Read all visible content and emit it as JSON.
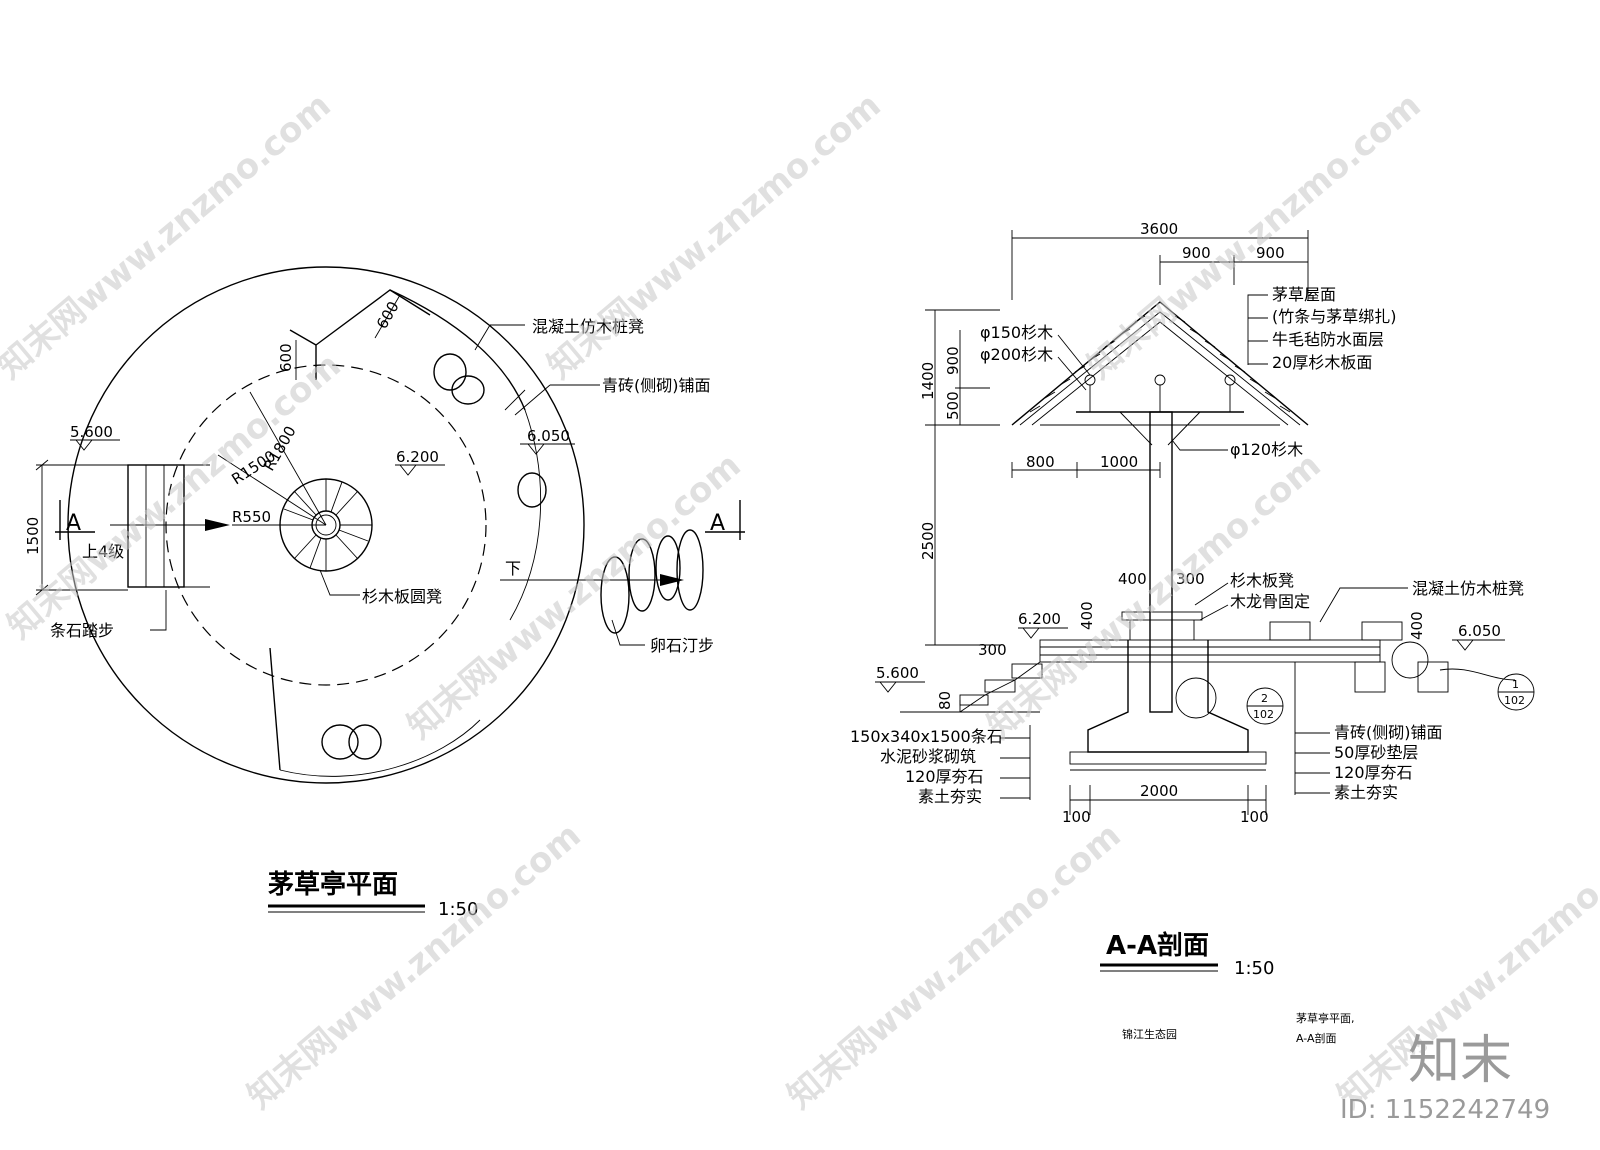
{
  "plan": {
    "title": "茅草亭平面",
    "scale": "1:50",
    "labels": {
      "concrete_stool": "混凝土仿木桩凳",
      "brick_paving": "青砖(侧砌)铺面",
      "fir_round_stool": "杉木板圆凳",
      "stone_steps": "条石踏步",
      "pebble_steps": "卵石汀步",
      "up_steps": "上4级",
      "down": "下",
      "section_a_left": "A",
      "section_a_right": "A"
    },
    "levels": {
      "left": "5.600",
      "center": "6.200",
      "right": "6.050"
    },
    "dims": {
      "d600a": "600",
      "d600b": "600",
      "d1500": "1500",
      "r1800": "R1800",
      "r1500": "R1500",
      "r550": "R550"
    }
  },
  "section": {
    "title": "A-A剖面",
    "scale": "1:50",
    "dims_top": {
      "total": "3600",
      "a": "900",
      "b": "900"
    },
    "dims_left": {
      "h1400": "1400",
      "h900": "900",
      "h500": "500",
      "h2500": "2500",
      "h400": "400",
      "h300": "300",
      "h80": "80"
    },
    "dims_mid": {
      "w800": "800",
      "w1000": "1000",
      "w400": "400",
      "w300": "300"
    },
    "dims_bottom": {
      "w2000": "2000",
      "w100a": "100",
      "w100b": "100",
      "r400": "400"
    },
    "labels": {
      "roof": "茅草屋面",
      "roof_note": "(竹条与茅草绑扎)",
      "felt": "牛毛毡防水面层",
      "board": "20厚杉木板面",
      "fir150": "φ150杉木",
      "fir200": "φ200杉木",
      "fir120": "φ120杉木",
      "fir_bench": "杉木板凳",
      "keel": "木龙骨固定",
      "concrete_stool": "混凝土仿木桩凳",
      "stone": "150x340x1500条石",
      "mortar": "水泥砂浆砌筑",
      "tamped120": "120厚夯石",
      "soil": "素土夯实",
      "brick": "青砖(侧砌)铺面",
      "sand": "50厚砂垫层",
      "tamped120r": "120厚夯石",
      "soil_r": "素土夯实"
    },
    "levels": {
      "left": "5.600",
      "mid": "6.200",
      "right": "6.050"
    },
    "details": [
      {
        "num": "2",
        "sheet": "102"
      },
      {
        "num": "1",
        "sheet": "102"
      }
    ]
  },
  "titleblock": {
    "project": "锦江生态园",
    "drawing_1": "茅草亭平面,",
    "drawing_2": "A-A剖面"
  },
  "watermark": {
    "text": "知末网www.znzmo.com",
    "brand": "知末",
    "id": "ID: 1152242749"
  }
}
